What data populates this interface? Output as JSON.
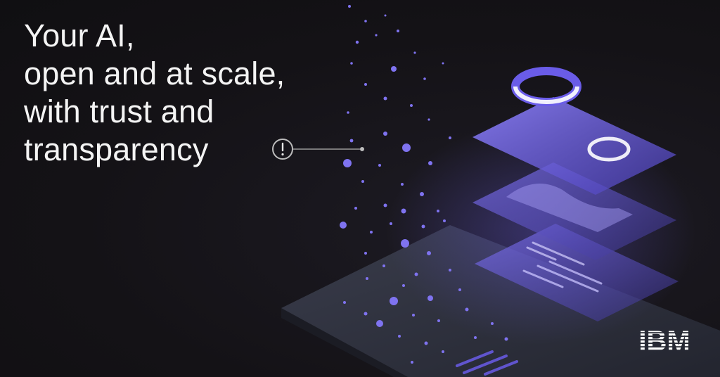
{
  "headline": {
    "lines": [
      "Your AI,",
      "open and at scale,",
      "with trust and",
      "transparency"
    ]
  },
  "logo": {
    "text": "IBM",
    "name": "ibm-logo"
  },
  "colors": {
    "background": "#141216",
    "text": "#f4f4f4",
    "accent": "#6a5ce8",
    "accent_light": "#8b7ff5",
    "dots": "#7f73f0"
  },
  "icons": [
    "info-alert-icon"
  ]
}
